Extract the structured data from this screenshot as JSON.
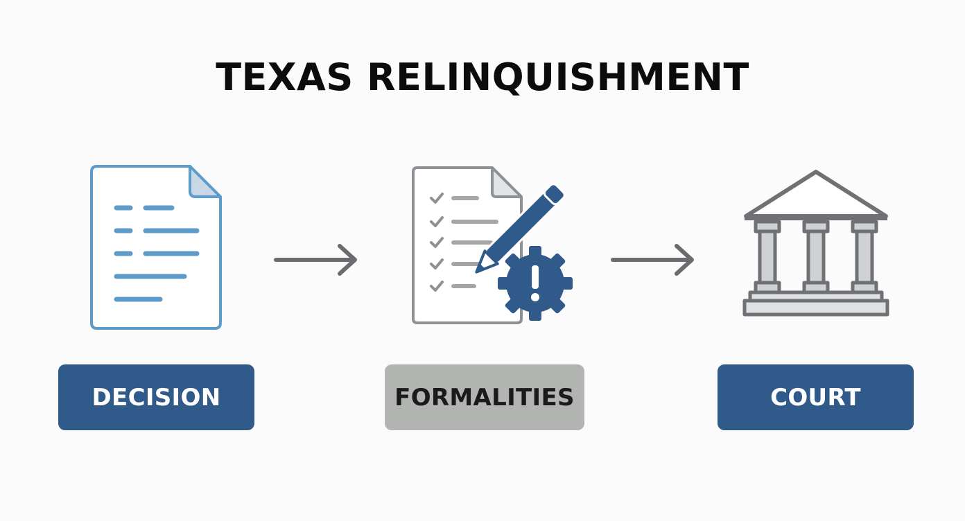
{
  "title": "TEXAS RELINQUISHMENT",
  "steps": [
    {
      "label": "DECISION",
      "icon": "document-icon"
    },
    {
      "label": "FORMALITIES",
      "icon": "checklist-pen-gear-icon"
    },
    {
      "label": "COURT",
      "icon": "courthouse-icon"
    }
  ],
  "colors": {
    "primary_blue": "#2f5a89",
    "light_blue": "#5d9bc8",
    "gray_box": "#b2b4b2",
    "gray_icon": "#6f7174",
    "arrow": "#6a6c6f",
    "label_light": "#ffffff",
    "label_dark": "#1a1a1a"
  }
}
